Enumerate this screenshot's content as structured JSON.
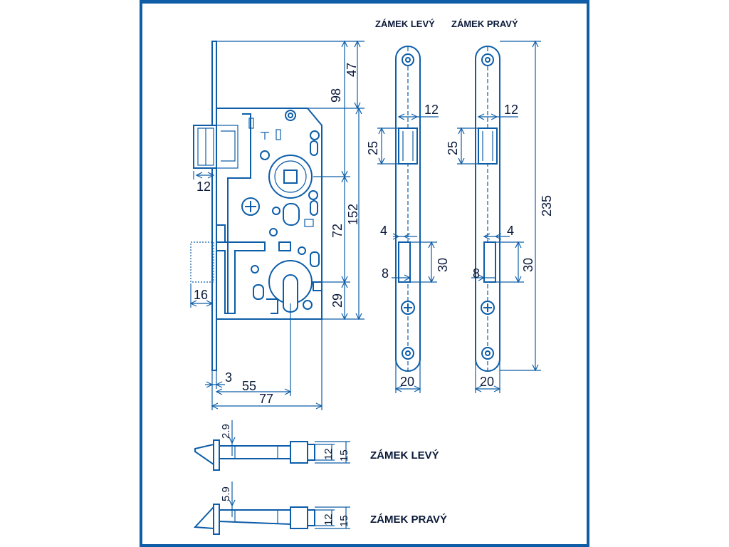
{
  "labels": {
    "plate_left_title": "ZÁMEK LEVÝ",
    "plate_right_title": "ZÁMEK PRAVÝ",
    "latch_left_title": "ZÁMEK LEVÝ",
    "latch_right_title": "ZÁMEK PRAVÝ"
  },
  "dimensions": {
    "height_47": "47",
    "height_98": "98",
    "height_152": "152",
    "height_72": "72",
    "height_29": "29",
    "bolt_12": "12",
    "latch_16": "16",
    "faceplate_3": "3",
    "backset_55": "55",
    "depth_77": "77",
    "plate_left_12": "12",
    "plate_left_25": "25",
    "plate_left_4": "4",
    "plate_left_30": "30",
    "plate_left_8": "8",
    "plate_left_20": "20",
    "plate_right_12": "12",
    "plate_right_25": "25",
    "plate_right_4": "4",
    "plate_right_30": "30",
    "plate_right_8": "8",
    "plate_right_20": "20",
    "plate_length_235": "235",
    "latch_left_offset": "2.9",
    "latch_left_12": "12",
    "latch_left_15": "15",
    "latch_right_offset": "5.9",
    "latch_right_12": "12",
    "latch_right_15": "15"
  },
  "colors": {
    "frame": "#0f5da6",
    "line": "#0d5da8",
    "text": "#0b1a3a"
  }
}
